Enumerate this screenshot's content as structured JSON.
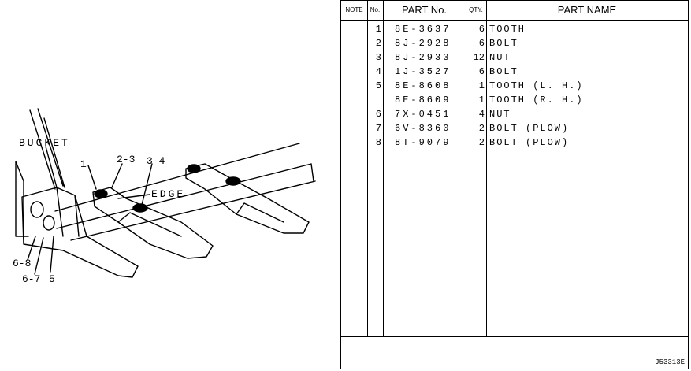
{
  "diagram": {
    "labels": {
      "bucket": "BUCKET",
      "edge": "EDGE",
      "c1": "1",
      "c23": "2-3",
      "c34": "3-4",
      "c68": "6-8",
      "c67": "6-7",
      "c5": "5"
    }
  },
  "table": {
    "headers": {
      "note": "NOTE",
      "no": "No.",
      "part_no": "PART No.",
      "qty": "QTY.",
      "part_name": "PART NAME"
    },
    "rows": [
      {
        "no": "1",
        "part_no": "8E-3637",
        "qty": "6",
        "name": "TOOTH"
      },
      {
        "no": "2",
        "part_no": "8J-2928",
        "qty": "6",
        "name": "BOLT"
      },
      {
        "no": "3",
        "part_no": "8J-2933",
        "qty": "12",
        "name": "NUT"
      },
      {
        "no": "4",
        "part_no": "1J-3527",
        "qty": "6",
        "name": "BOLT"
      },
      {
        "no": "5",
        "part_no": "8E-8608",
        "qty": "1",
        "name": "TOOTH (L. H.)"
      },
      {
        "no": "",
        "part_no": "8E-8609",
        "qty": "1",
        "name": "TOOTH (R. H.)"
      },
      {
        "no": "6",
        "part_no": "7X-0451",
        "qty": "4",
        "name": "NUT"
      },
      {
        "no": "7",
        "part_no": "6V-8360",
        "qty": "2",
        "name": "BOLT (PLOW)"
      },
      {
        "no": "8",
        "part_no": "8T-9079",
        "qty": "2",
        "name": "BOLT (PLOW)"
      }
    ],
    "code": "J53313E"
  }
}
